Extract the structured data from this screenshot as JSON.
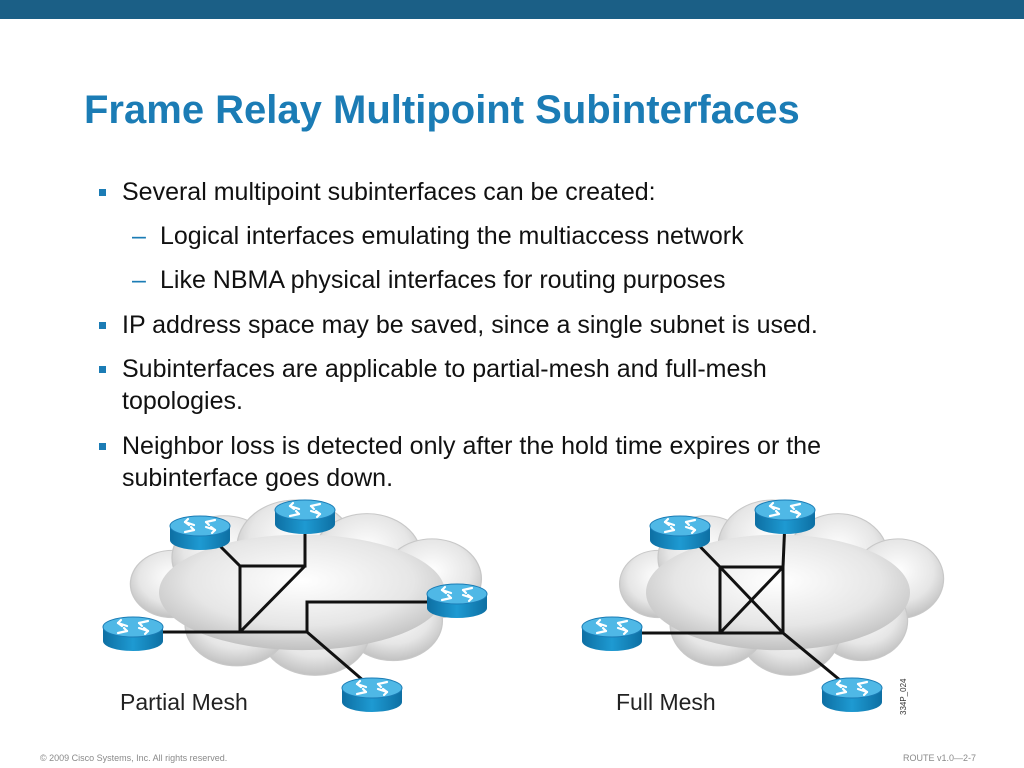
{
  "slide": {
    "title": "Frame Relay Multipoint Subinterfaces",
    "bullets": [
      {
        "text": "Several multipoint subinterfaces can be created:"
      },
      {
        "text": "Logical interfaces emulating the multiaccess network"
      },
      {
        "text": "Like NBMA physical interfaces for routing purposes"
      },
      {
        "text": "IP address space may be saved, since a single subnet is used."
      },
      {
        "line1": "Subinterfaces are applicable to partial-mesh and full-mesh",
        "line2": "topologies."
      },
      {
        "line1": "Neighbor loss is detected only after the hold time expires or the",
        "line2": "subinterface goes down."
      }
    ],
    "sub_marker": "–"
  },
  "diagrams": {
    "partial_label": "Partial Mesh",
    "full_label": "Full Mesh",
    "figure_code": "334P_024",
    "router_icon": "router-icon",
    "cloud_icon": "cloud-icon"
  },
  "footer": {
    "copyright": "© 2009 Cisco Systems, Inc. All rights reserved.",
    "course": "ROUTE v1.0—2-7"
  },
  "colors": {
    "header_bar": "#1b5f86",
    "title": "#1b7cb5",
    "router": "#1a8fc4"
  }
}
